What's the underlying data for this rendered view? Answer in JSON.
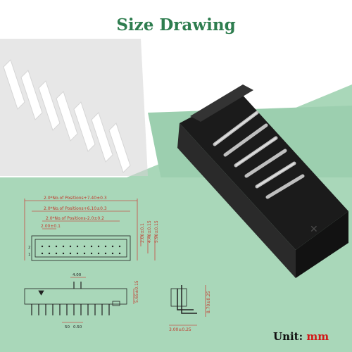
{
  "title": "Size Drawing",
  "unit": {
    "label": "Unit:",
    "value": "mm"
  },
  "colors": {
    "title_green": "#2e7d4f",
    "panel_green": "#9ccfaf",
    "dim_red": "#d21818",
    "unit_red": "#d21818"
  },
  "top_view": {
    "dim_total": "2.0*No.of Positions+7.40±0.3",
    "dim_shroud": "2.0*No.of Positions+6.10±0.3",
    "dim_pins": "2.0*No.of Positions-2.0±0.2",
    "dim_pitch": "2.00±0.1",
    "row2": "2",
    "row1": "1",
    "dim_v1": "2.00±0.1",
    "dim_v2": "4.40±0.15",
    "dim_v3": "5.90±0.15"
  },
  "front_view": {
    "dim_top": "4.00",
    "dim_right": "5.65±0.15",
    "dim_bottom_a": "50",
    "dim_bottom_b": "0.50"
  },
  "side_view": {
    "dim_right": "8.70±0.25",
    "dim_bottom": "3.00±0.25"
  }
}
